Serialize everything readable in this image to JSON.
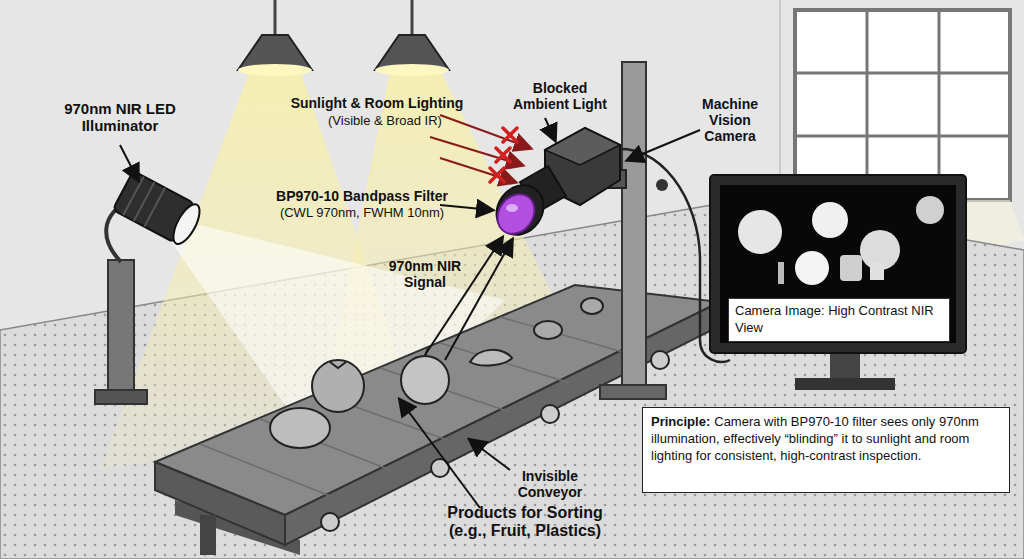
{
  "diagram": {
    "nodes": [
      {
        "text": [
          "Camera Image: High Contrast NIR View"
        ]
      },
      {
        "text": [
          "Principle:",
          "Camera with BP970-10 filter sees only 970nm illumination, effectively “blinding” it to sunlight and room lighting for consistent, high-contrast inspection."
        ]
      }
    ],
    "labels": [
      "970nm NIR LED Illuminator",
      "Sunlight & Room Lighting",
      "(Visible & Broad IR)",
      "Blocked Ambient Light",
      "Machine Vision Camera",
      "BP970-10 Bandpass Filter",
      "(CWL 970nm, FWHM 10nm)",
      "970nm NIR Signal",
      "Invisible Conveyor",
      "Products for Sorting (e.g., Fruit, Plastics)"
    ]
  }
}
